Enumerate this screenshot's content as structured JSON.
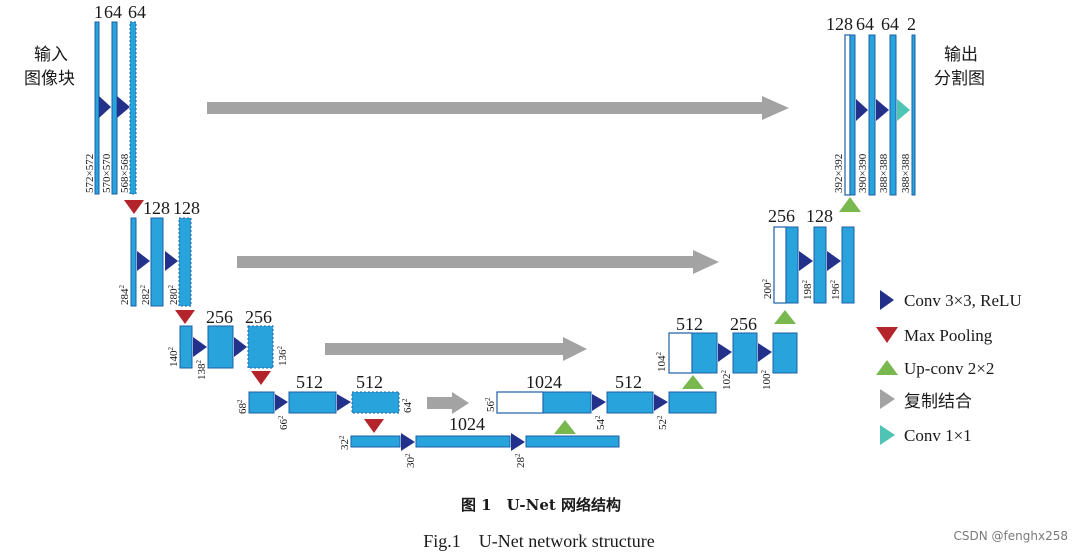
{
  "diagram": {
    "input_label_line1": "输入",
    "input_label_line2": "图像块",
    "output_label_line1": "输出",
    "output_label_line2": "分割图",
    "channels": {
      "l1_a": "1",
      "l1_b": "64",
      "l1_c": "64",
      "l2": "128",
      "l2_b": "128",
      "l3": "256",
      "l3_b": "256",
      "l4": "512",
      "l4_b": "512",
      "bottom": "1024",
      "up4_a": "1024",
      "up4_b": "512",
      "up3_a": "512",
      "up3_b": "256",
      "up2_a": "256",
      "up2_b": "128",
      "up1_a": "128",
      "up1_b": "64",
      "up1_c": "64",
      "up1_d": "2"
    },
    "dims": {
      "d572": "572×572",
      "d570": "570×570",
      "d568": "568×568",
      "d284": "284",
      "d282": "282",
      "d280": "280",
      "d140": "140",
      "d138": "138",
      "d136": "136",
      "d68": "68",
      "d66": "66",
      "d64": "64",
      "d32": "32",
      "d30": "30",
      "d28": "28",
      "d56": "56",
      "d54": "54",
      "d52": "52",
      "d104": "104",
      "d102": "102",
      "d100": "100",
      "d200": "200",
      "d198": "198",
      "d196": "196",
      "d392": "392×392",
      "d390": "390×390",
      "d388a": "388×388",
      "d388b": "388×388",
      "sup": "2"
    }
  },
  "legend": {
    "items": [
      {
        "label": "Conv 3×3, ReLU",
        "icon": "conv-arrow-icon",
        "color": "#24318a"
      },
      {
        "label": "Max Pooling",
        "icon": "max-pool-icon",
        "color": "#b3252b"
      },
      {
        "label": "Up-conv 2×2",
        "icon": "up-conv-icon",
        "color": "#78b84e"
      },
      {
        "label": "复制结合",
        "icon": "copy-crop-icon",
        "color": "#a3a3a3"
      },
      {
        "label": "Conv 1×1",
        "icon": "conv1x1-icon",
        "color": "#4fc4b5"
      }
    ]
  },
  "caption": {
    "cn": "图 1　U-Net 网络结构",
    "en": "Fig.1　U-Net network structure"
  },
  "watermark": "CSDN @fenghx258",
  "colors": {
    "feature_map": "#29a3dc",
    "feature_border": "#1d5fa8",
    "conv": "#24318a",
    "pool": "#b3252b",
    "upconv": "#78b84e",
    "copy": "#a3a3a3",
    "conv1x1": "#4fc4b5"
  }
}
